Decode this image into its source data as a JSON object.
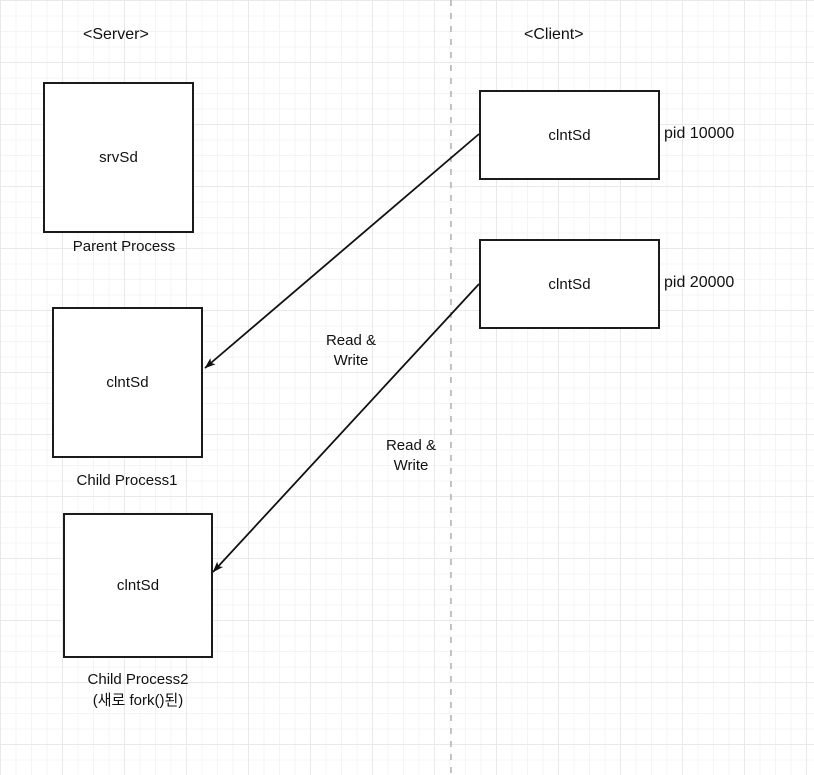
{
  "diagram": {
    "title_server": "<Server>",
    "title_client": "<Client>",
    "colors": {
      "box_border": "#1b1b1b",
      "box_fill": "#ffffff",
      "text": "#111111",
      "edge": "#111111",
      "grid_minor": "#f4f4f4",
      "grid_major": "#e9e9e9",
      "divider": "#b5b5b5"
    },
    "server_nodes": [
      {
        "id": "parent-process",
        "box_label": "srvSd",
        "caption": "Parent Process"
      },
      {
        "id": "child-process-1",
        "box_label": "clntSd",
        "caption": "Child Process1"
      },
      {
        "id": "child-process-2",
        "box_label": "clntSd",
        "caption": "Child Process2\n(새로 fork()된)"
      }
    ],
    "client_nodes": [
      {
        "id": "client-1",
        "box_label": "clntSd",
        "side_label": "pid 10000"
      },
      {
        "id": "client-2",
        "box_label": "clntSd",
        "side_label": "pid 20000"
      }
    ],
    "edges": [
      {
        "id": "edge-client1-to-child1",
        "label": "Read &\nWrite",
        "from": "client-1",
        "to": "child-process-1"
      },
      {
        "id": "edge-client2-to-child2",
        "label": "Read &\nWrite",
        "from": "client-2",
        "to": "child-process-2"
      }
    ],
    "divider": {
      "name": "server-client-divider",
      "style": "dashed-vertical"
    }
  }
}
